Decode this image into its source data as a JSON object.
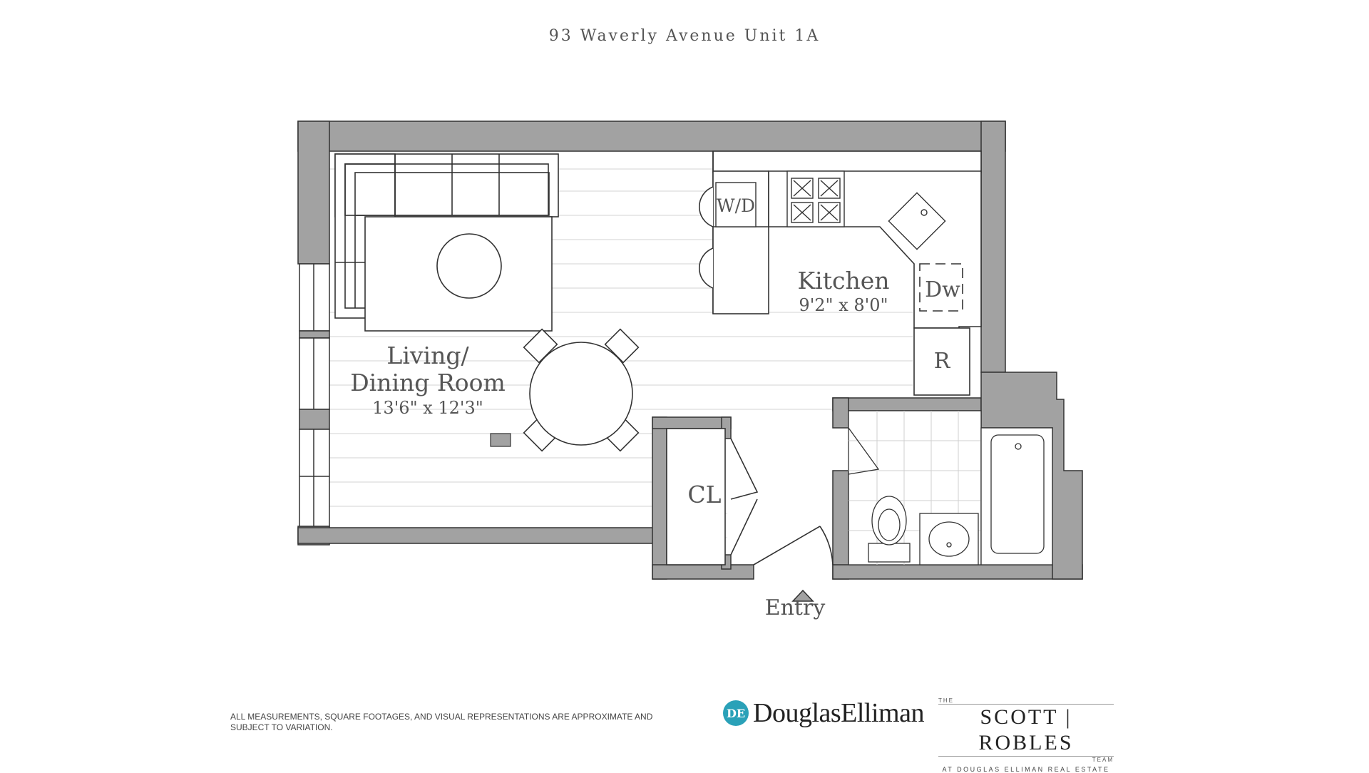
{
  "title": "93 Waverly Avenue Unit 1A",
  "rooms": {
    "living_line1": "Living/",
    "living_line2": "Dining Room",
    "living_dims": "13'6\" x 12'3\"",
    "kitchen": "Kitchen",
    "kitchen_dims": "9'2\" x 8'0\"",
    "closet": "CL"
  },
  "appliances": {
    "washer_dryer": "W/D",
    "dishwasher": "Dw",
    "refrigerator": "R"
  },
  "entry": "Entry",
  "disclaimer": "ALL MEASUREMENTS, SQUARE FOOTAGES, AND VISUAL REPRESENTATIONS ARE APPROXIMATE AND SUBJECT TO VARIATION.",
  "logos": {
    "de_mark": "DE",
    "de_name": "DouglasElliman",
    "sr_the": "THE",
    "sr_name": "SCOTT | ROBLES",
    "sr_team": "TEAM",
    "sr_sub": "AT DOUGLAS ELLIMAN REAL ESTATE"
  },
  "colors": {
    "wall": "#a2a2a2",
    "line": "#333333",
    "floor_line": "#d8d8d8",
    "brand": "#2aa1b8"
  }
}
